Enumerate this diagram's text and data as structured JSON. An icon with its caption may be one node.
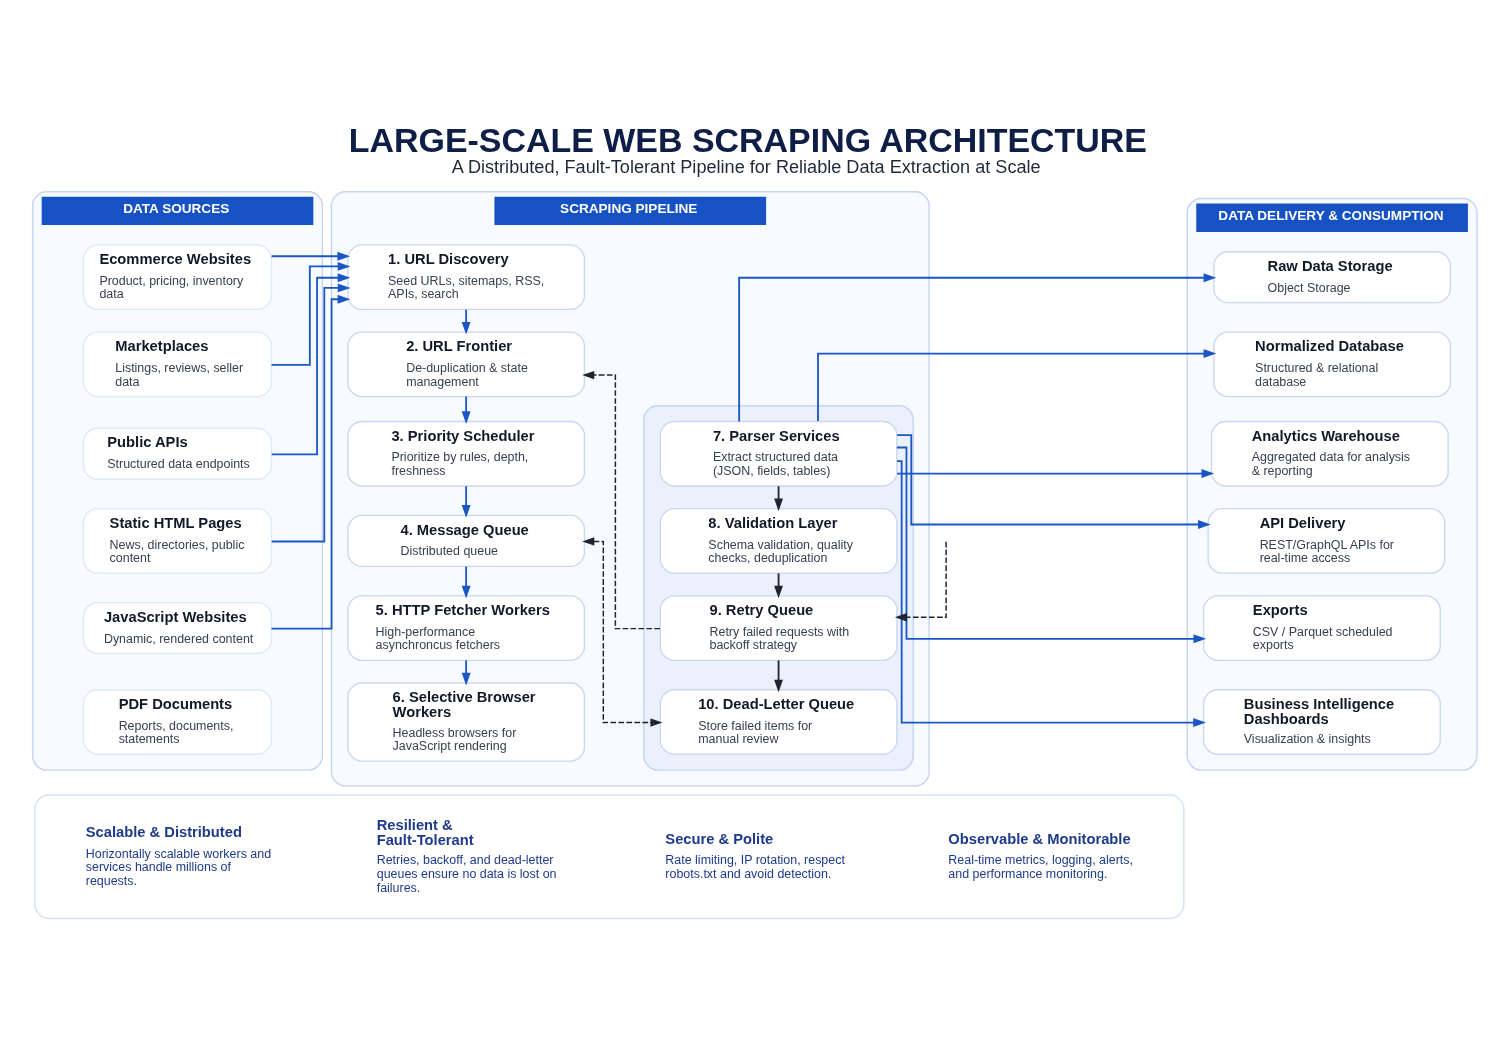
{
  "diagram": {
    "title": "LARGE-SCALE WEB SCRAPING ARCHITECTURE",
    "caption": "A Distributed, Fault-Tolerant Pipeline for Reliable Data Extraction at Scale",
    "nodes": [
      {
        "text": [
          "DATA SOURCES"
        ]
      },
      {
        "text": [
          "Ecommerce Websites",
          "Product, pricing, inventory data"
        ],
        "in": 0
      },
      {
        "text": [
          "Marketplaces",
          "Listings, reviews, seller data"
        ],
        "in": 0
      },
      {
        "text": [
          "Public APIs",
          "Structured data endpoints"
        ],
        "in": 0
      },
      {
        "text": [
          "Static HTML Pages",
          "News, directories, public content"
        ],
        "in": 0
      },
      {
        "text": [
          "JavaScript Websites",
          "Dynamic, rendered content"
        ],
        "in": 0
      },
      {
        "text": [
          "PDF Documents",
          "Reports, documents, statements"
        ],
        "in": 0
      },
      {
        "text": [
          "SCRAPING PIPELINE"
        ]
      },
      {
        "text": [
          "1. URL Discovery",
          "Seed URLs, sitemaps, RSS, APIs, search"
        ],
        "in": 7
      },
      {
        "text": [
          "2. URL Frontier",
          "De-duplication & state management"
        ],
        "in": 7
      },
      {
        "text": [
          "3. Priority Scheduler",
          "Prioritize by rules, depth, freshness"
        ],
        "in": 7
      },
      {
        "text": [
          "4. Message Queue",
          "Distributed queue"
        ],
        "in": 7
      },
      {
        "text": [
          "5. HTTP Fetcher Workers",
          "High-performance asynchroncus fetchers"
        ],
        "in": 7
      },
      {
        "text": [
          "6. Selective Browser Workers",
          "Headless browsers for JavaScript rendering"
        ],
        "in": 7
      },
      {
        "text": [],
        "shape": "box",
        "in": 7
      },
      {
        "text": [
          "7. Parser Services",
          "Extract structured data (JSON, fields, tables)"
        ],
        "in": 14
      },
      {
        "text": [
          "8. Validation Layer",
          "Schema validation, quality checks, deduplication"
        ],
        "in": 14
      },
      {
        "text": [
          "9. Retry Queue",
          "Retry failed requests with backoff strategy"
        ],
        "in": 14
      },
      {
        "text": [
          "10. Dead-Letter Queue",
          "Store failed items for manual review"
        ],
        "in": 14
      },
      {
        "text": [
          "DATA DELIVERY & CONSUMPTION"
        ]
      },
      {
        "text": [
          "Raw Data Storage",
          "Object Storage"
        ],
        "in": 19
      },
      {
        "text": [
          "Normalized Database",
          "Structured & relational database"
        ],
        "in": 19
      },
      {
        "text": [
          "Analytics Warehouse",
          "Aggregated data for analysis & reporting"
        ],
        "in": 19
      },
      {
        "text": [
          "API Delivery",
          "REST/GraphQL APIs for real-time access"
        ],
        "in": 19
      },
      {
        "text": [
          "Exports",
          "CSV / Parquet scheduled exports"
        ],
        "in": 19
      },
      {
        "text": [
          "Business Intelligence Dashboards",
          "Visualization & insights"
        ],
        "in": 19
      },
      {
        "text": [],
        "shape": "box"
      },
      {
        "text": [
          "Scalable & Distributed",
          "Horizontally scalable workers and services handle millions of requests."
        ],
        "in": 26
      },
      {
        "text": [
          "Resilient & Fault-Tolerant",
          "Retries, backoff, and dead-letter queues ensure no data is lost on failures."
        ],
        "in": 26
      },
      {
        "text": [
          "Secure & Polite",
          "Rate limiting, IP rotation, respect robots.txt and avoid detection."
        ],
        "in": 26
      },
      {
        "text": [
          "Observable & Monitorable",
          "Real-time metrics, logging, alerts, and performance monitoring."
        ],
        "in": 26
      }
    ],
    "edges": [
      {
        "from": 1,
        "to": 8,
        "arrow": "to"
      },
      {
        "from": 2,
        "to": 8,
        "arrow": "to"
      },
      {
        "from": 3,
        "to": 8,
        "arrow": "to"
      },
      {
        "from": 4,
        "to": 8,
        "arrow": "to"
      },
      {
        "from": 5,
        "to": 8,
        "arrow": "to"
      },
      {
        "from": 8,
        "to": 9,
        "arrow": "to"
      },
      {
        "from": 9,
        "to": 10,
        "arrow": "to"
      },
      {
        "from": 10,
        "to": 11,
        "arrow": "to"
      },
      {
        "from": 11,
        "to": 12,
        "arrow": "to"
      },
      {
        "from": 12,
        "to": 13,
        "arrow": "to"
      },
      {
        "from": 15,
        "to": 16,
        "arrow": "to",
        "color": "#1f2430"
      },
      {
        "from": 16,
        "to": 17,
        "arrow": "to",
        "color": "#1f2430"
      },
      {
        "from": 17,
        "to": 18,
        "arrow": "to",
        "color": "#1f2430"
      },
      {
        "from": 17,
        "to": 9,
        "arrow": "to",
        "style": "dashed",
        "color": "#1f2430"
      },
      {
        "from": 11,
        "to": 18,
        "arrow": "both",
        "style": "dashed",
        "color": "#1f2430"
      },
      {
        "from": null,
        "to": 17,
        "arrow": "to",
        "style": "dashed",
        "color": "#1f2430"
      },
      {
        "from": 15,
        "to": 20,
        "arrow": "to"
      },
      {
        "from": 15,
        "to": 21,
        "arrow": "to"
      },
      {
        "from": 15,
        "to": 22,
        "arrow": "to"
      },
      {
        "from": 15,
        "to": 23,
        "arrow": "to"
      },
      {
        "from": 15,
        "to": 24,
        "arrow": "to"
      },
      {
        "from": 15,
        "to": 25,
        "arrow": "to"
      }
    ]
  }
}
